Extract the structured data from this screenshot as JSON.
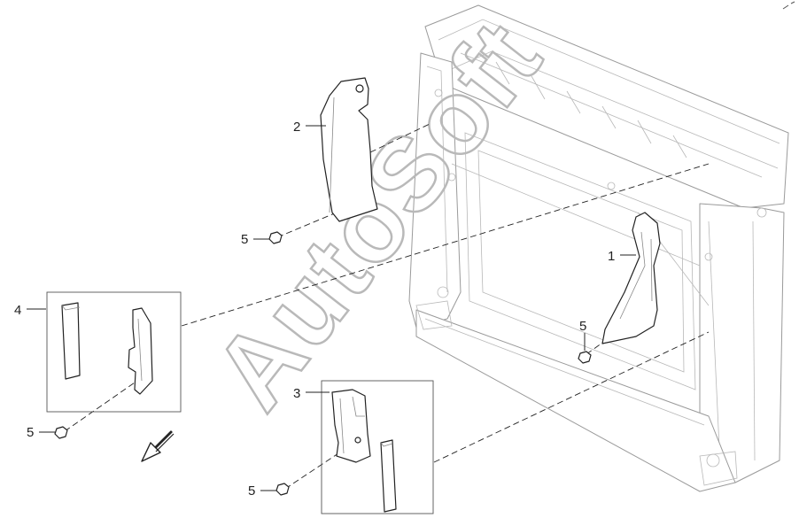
{
  "callouts": {
    "c1": "1",
    "c2": "2",
    "c3": "3",
    "c4": "4",
    "c5a": "5",
    "c5b": "5",
    "c5c": "5",
    "c5d": "5"
  },
  "watermark": "AutoSoft",
  "icons": {
    "front_direction": "arrow-down-left-icon",
    "bolt": "bolt-icon"
  }
}
